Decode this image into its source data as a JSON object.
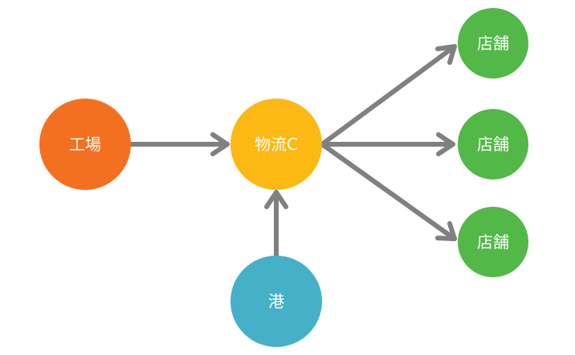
{
  "nodes": {
    "factory": {
      "label": "工場",
      "color": "#F37021"
    },
    "logistics": {
      "label": "物流C",
      "color": "#FCB813"
    },
    "port": {
      "label": "港",
      "color": "#45B0C7"
    },
    "store1": {
      "label": "店舗",
      "color": "#52B848"
    },
    "store2": {
      "label": "店舗",
      "color": "#52B848"
    },
    "store3": {
      "label": "店舗",
      "color": "#52B848"
    }
  },
  "edges": [
    {
      "from": "factory",
      "to": "logistics"
    },
    {
      "from": "port",
      "to": "logistics"
    },
    {
      "from": "logistics",
      "to": "store1"
    },
    {
      "from": "logistics",
      "to": "store2"
    },
    {
      "from": "logistics",
      "to": "store3"
    }
  ],
  "arrow_color": "#808080"
}
